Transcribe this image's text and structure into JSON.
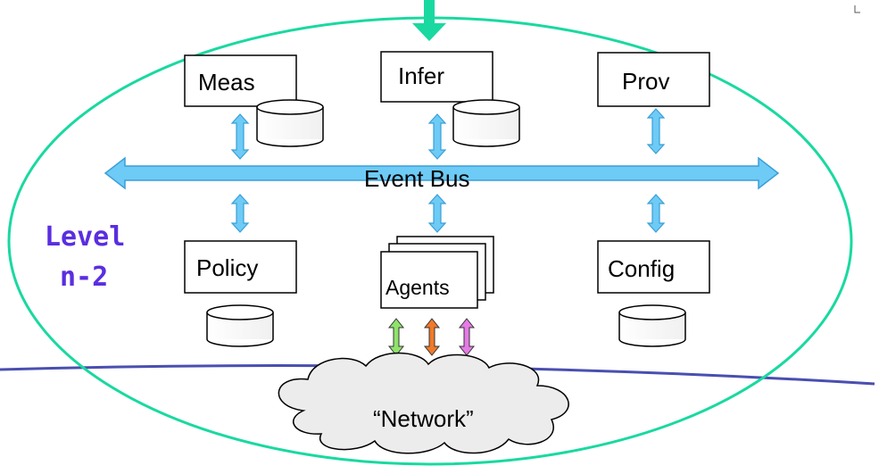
{
  "diagram": {
    "level_label": {
      "line1": "Level",
      "line2": "n-2",
      "color": "#5a2ee0"
    },
    "bus_label": "Event Bus",
    "boxes": {
      "meas": "Meas",
      "infer": "Infer",
      "prov": "Prov",
      "policy": "Policy",
      "agents": "Agents",
      "config": "Config"
    },
    "cloud_label": "“Network”",
    "colors": {
      "ellipse": "#19d9a0",
      "bus": "#6ecbf5",
      "bus_outline": "#3a9fd8",
      "inflow_arrow": "#19d9a0",
      "outer_arc": "#4a4fb0",
      "agent_arrows": [
        "#8ee46a",
        "#f07a2a",
        "#e67ae6"
      ]
    }
  }
}
